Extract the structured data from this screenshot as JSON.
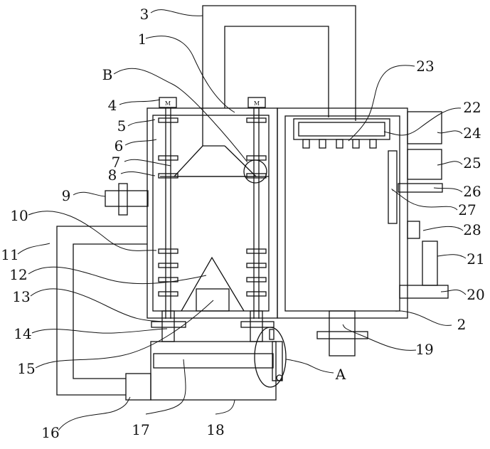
{
  "labels": {
    "l1": "1",
    "l2": "2",
    "l3": "3",
    "l4": "4",
    "l5": "5",
    "l6": "6",
    "l7": "7",
    "l8": "8",
    "l9": "9",
    "l10": "10",
    "l11": "11",
    "l12": "12",
    "l13": "13",
    "l14": "14",
    "l15": "15",
    "l16": "16",
    "l17": "17",
    "l18": "18",
    "l19": "19",
    "l20": "20",
    "l21": "21",
    "l22": "22",
    "l23": "23",
    "l24": "24",
    "l25": "25",
    "l26": "26",
    "l27": "27",
    "l28": "28",
    "lA": "A",
    "lB": "B"
  },
  "motor_marks": {
    "left": "M",
    "right": "M"
  }
}
